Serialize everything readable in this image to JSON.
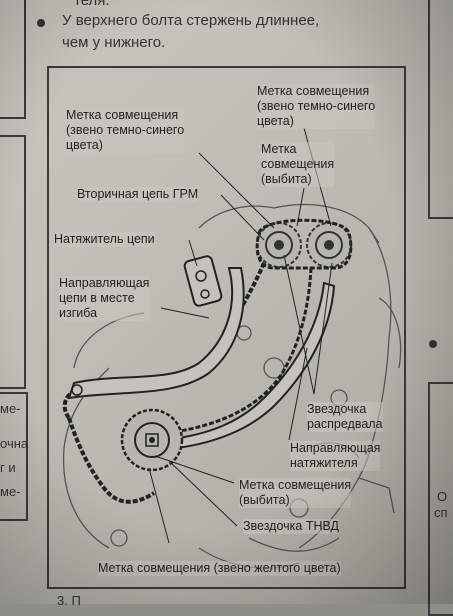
{
  "page": {
    "top_fragment": "теля.",
    "bullet_line_1": "У верхнего болта стержень длиннее,",
    "bullet_line_2": "чем у нижнего.",
    "left_margin": [
      "ме-",
      "очна",
      "г и",
      "ме-"
    ],
    "right_margin": [
      "О",
      "сп"
    ],
    "bottom_fragment": "3. П"
  },
  "figure": {
    "labels": {
      "mark_dark_blue_left": "Метка совмещения\n(звено темно-синего\nцвета)",
      "mark_dark_blue_right": "Метка совмещения\n(звено темно-синего\nцвета)",
      "mark_punched_top": "Метка\nсовмещения\n(выбита)",
      "secondary_chain": "Вторичная цепь ГРМ",
      "chain_tensioner": "Натяжитель цепи",
      "guide_at_bend": "Направляющая\nцепи в месте\nизгиба",
      "cam_sprocket": "Звездочка\nраспредвала",
      "tensioner_guide": "Направляющая\nнатяжителя",
      "mark_punched_bottom": "Метка совмещения\n(выбита)",
      "pump_sprocket": "Звездочка ТНВД",
      "mark_yellow": "Метка совмещения (звено желтого цвета)"
    }
  },
  "colors": {
    "paper": "#c6c5bd",
    "ink": "#2a2a2a"
  }
}
